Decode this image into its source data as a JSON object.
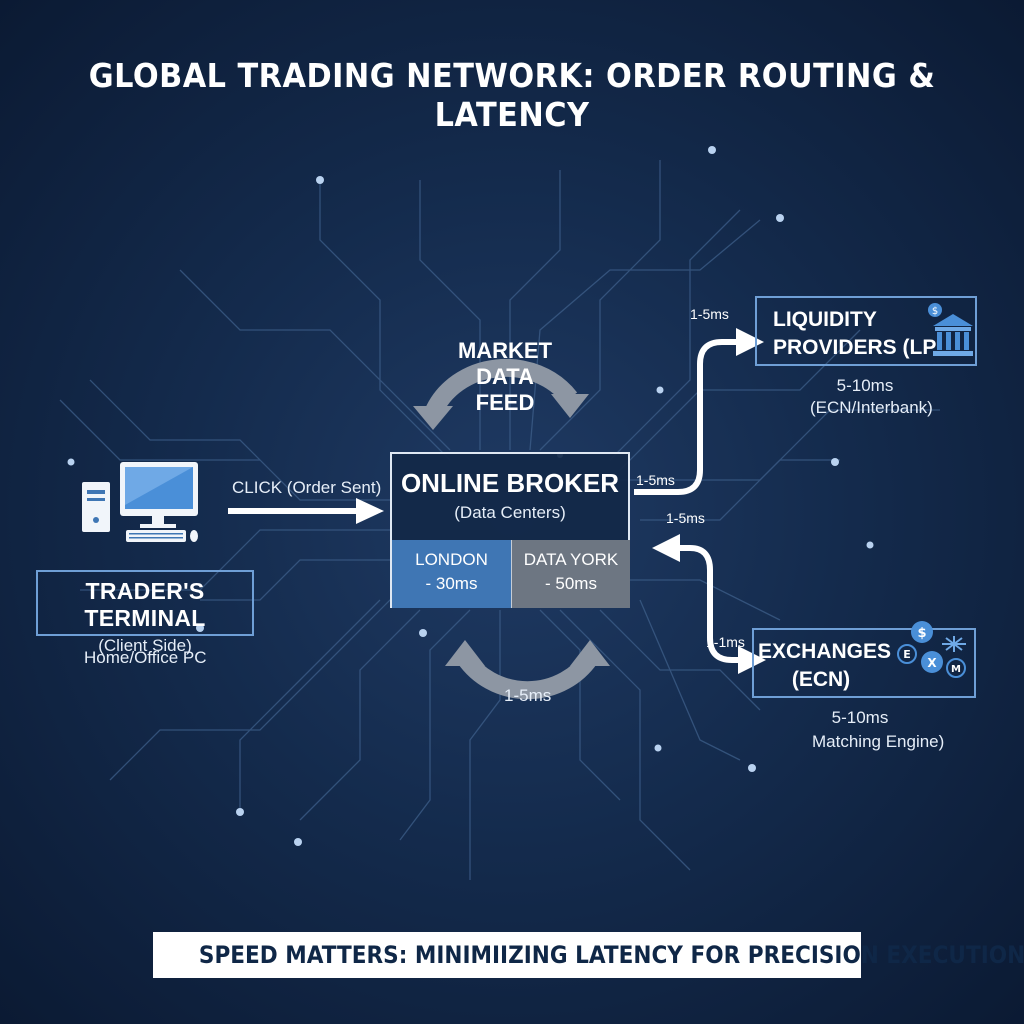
{
  "title": "GLOBAL TRADING NETWORK: ORDER ROUTING & LATENCY",
  "trader": {
    "title": "TRADER'S TERMINAL",
    "subtitle": "(Client Side)",
    "caption": "Home/Office PC",
    "icon": "desktop-computer-icon"
  },
  "order_arrow_label": "CLICK (Order Sent)",
  "market_feed": {
    "line1": "MARKET DATA",
    "line2": "FEED"
  },
  "broker": {
    "title": "ONLINE BROKER",
    "subtitle": "(Data Centers)",
    "left_cell": {
      "line1": "LONDON",
      "line2": "- 30ms"
    },
    "right_cell": {
      "line1": "DATA YORK",
      "line2": "- 50ms"
    }
  },
  "bottom_loop_label": "1-5ms",
  "lp": {
    "line1": "LIQUIDITY",
    "line2": "PROVIDERS (LP",
    "latency": "5-10ms",
    "note": "(ECN/Interbank)",
    "icon": "bank-building-icon",
    "arrow_label": "1-5ms"
  },
  "exchanges": {
    "line1": "EXCHANGES",
    "line2": "(ECN)",
    "latency": "5-10ms",
    "note": "Matching Engine)",
    "icon": "currency-exchange-icon",
    "arrow_label": "1-1ms"
  },
  "broker_out_label": "1-5ms",
  "broker_in_label": "1-5ms",
  "footer": "SPEED MATTERS: MINIMIIZING LATENCY FOR PRECISION EXECUTION",
  "colors": {
    "background": "#142b4d",
    "accent": "#6f9fd6",
    "london_cell": "#3f76b4",
    "york_cell": "#6d7682",
    "circuit": "#3e5f8a"
  }
}
